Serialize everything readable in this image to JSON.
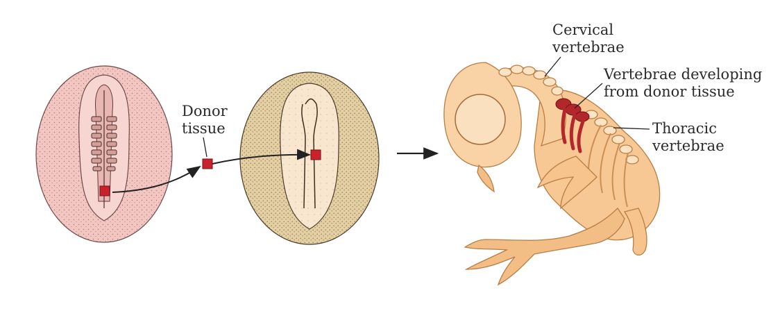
{
  "labels": {
    "donor_tissue": [
      "Donor",
      "tissue"
    ],
    "cervical_vertebrae": [
      "Cervical",
      "vertebrae"
    ],
    "developing_vertebrae": [
      "Vertebrae developing",
      "from donor tissue"
    ],
    "thoracic_vertebrae": [
      "Thoracic",
      "vertebrae"
    ]
  },
  "colors": {
    "donor_embryo": "#f2c2bd",
    "host_embryo": "#e6d2ab",
    "chick_body": "#f6c48c",
    "donor_tissue": "#c8232c",
    "developing_vertebrae": "#b3262c"
  }
}
